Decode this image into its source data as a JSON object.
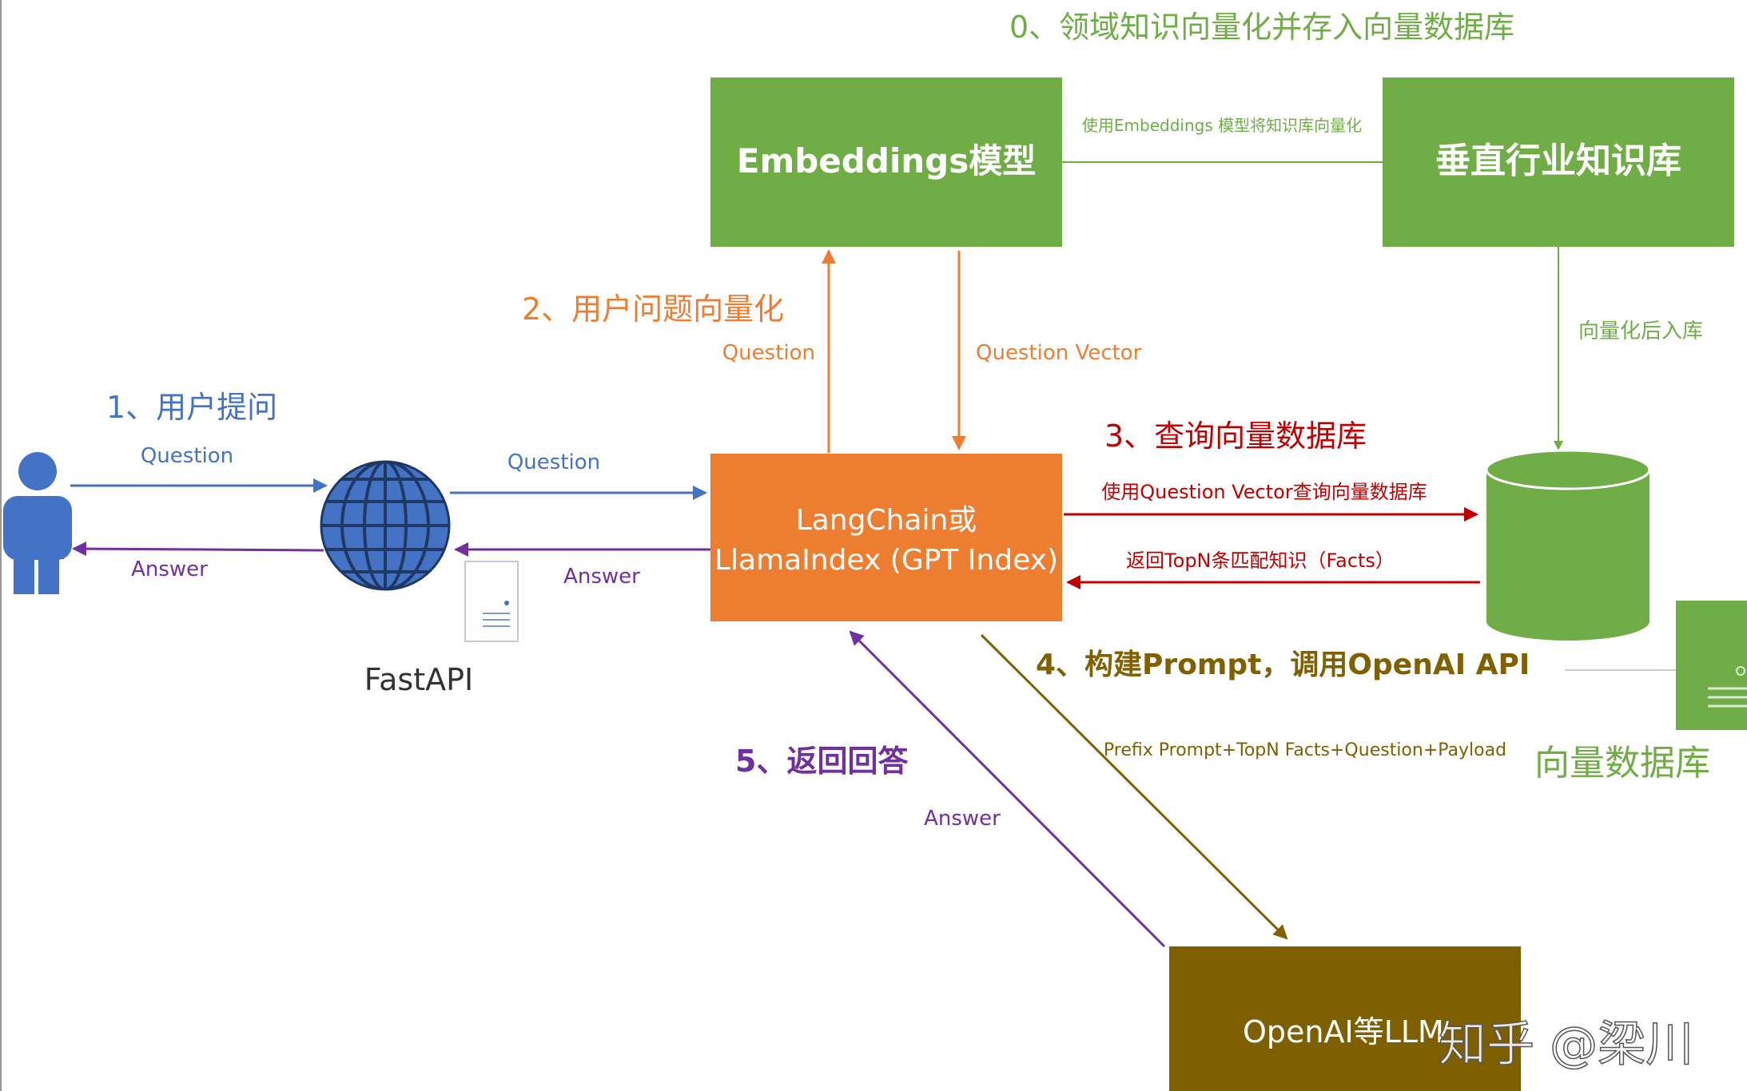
{
  "step0": "0、领域知识向量化并存入向量数据库",
  "step1": "1、用户提问",
  "step2": "2、用户问题向量化",
  "step3": "3、查询向量数据库",
  "step4": "4、构建Prompt，调用OpenAI API",
  "step5": "5、返回回答",
  "nodes": {
    "embeddings": "Embeddings模型",
    "knowledge_base": "垂直行业知识库",
    "langchain_line1": "LangChain或",
    "langchain_line2": "LlamaIndex (GPT Index)",
    "openai": "OpenAI等LLM",
    "fastapi": "FastAPI",
    "vector_db": "向量数据库"
  },
  "edges": {
    "embed_kb": "使用Embeddings 模型将知识库向量化",
    "kb_to_db": "向量化后入库",
    "lc_to_embed": "Question",
    "embed_to_lc": "Question Vector",
    "user_to_fastapi": "Question",
    "fastapi_to_user": "Answer",
    "fastapi_to_lc": "Question",
    "lc_to_fastapi": "Answer",
    "lc_to_db": "使用Question Vector查询向量数据库",
    "db_to_lc": "返回TopN条匹配知识（Facts）",
    "lc_to_llm": "Prefix Prompt+TopN Facts+Question+Payload",
    "llm_to_lc": "Answer"
  },
  "watermark": "知乎 @梁川",
  "colors": {
    "green": "#70ad47",
    "orange": "#ed7d31",
    "olive": "#7f6000",
    "blue": "#4472c4",
    "purple": "#7030a0",
    "red": "#c00000",
    "brown": "#806000"
  }
}
